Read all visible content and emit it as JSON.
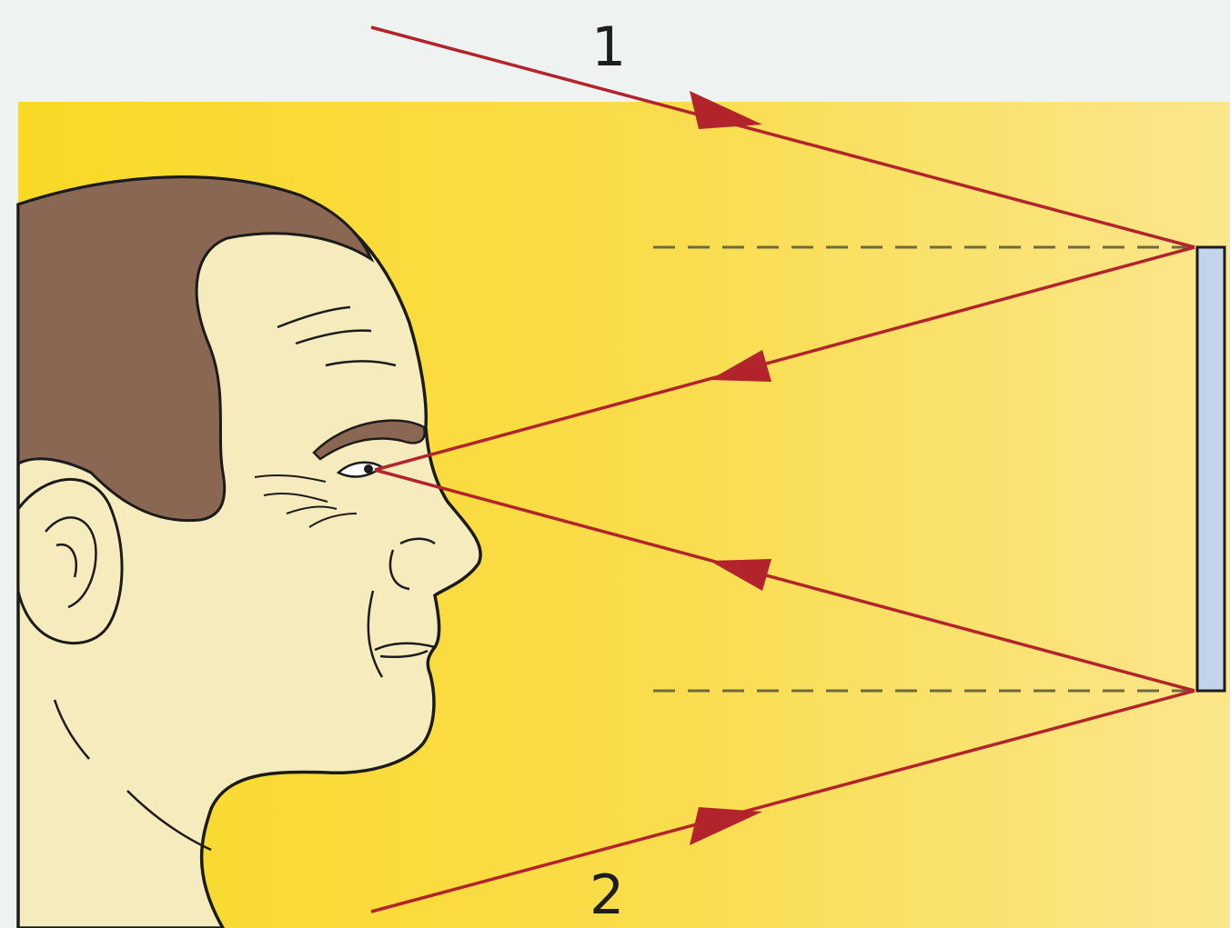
{
  "labels": {
    "ray_1": "1",
    "ray_2": "2"
  },
  "colors": {
    "page_background": "#eef2f1",
    "panel_yellow_strong": "#f9d926",
    "panel_yellow_light": "#fbe68c",
    "ray": "#b3232b",
    "normal_dashed": "#6f6a3c",
    "mirror_fill": "#c3d3ea",
    "skin": "#f6ebbd",
    "hair": "#8a6753",
    "shirt": "#b17ab1",
    "outline": "#1b1b1b"
  },
  "icons": {
    "head": "human-head-profile",
    "mirror": "flat-mirror",
    "arrowhead": "triangle-arrowhead"
  }
}
